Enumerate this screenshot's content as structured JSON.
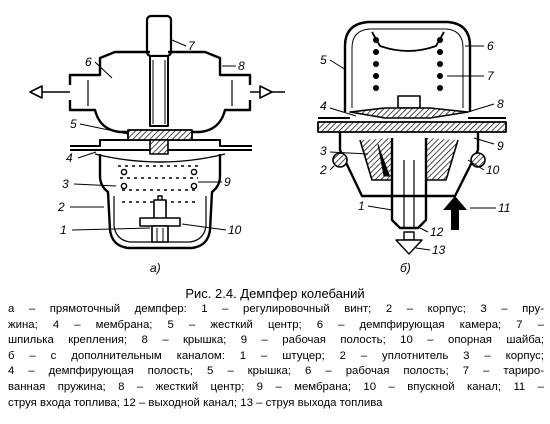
{
  "figure": {
    "left": {
      "sublabel": "а)",
      "callouts": {
        "c1": "1",
        "c2": "2",
        "c3": "3",
        "c4": "4",
        "c5": "5",
        "c6": "6",
        "c7": "7",
        "c8": "8",
        "c9": "9",
        "c10": "10"
      }
    },
    "right": {
      "sublabel": "б)",
      "callouts": {
        "c1": "1",
        "c2": "2",
        "c3": "3",
        "c4": "4",
        "c5": "5",
        "c6": "6",
        "c7": "7",
        "c8": "8",
        "c9": "9",
        "c10": "10",
        "c11": "11",
        "c12": "12",
        "c13": "13"
      }
    }
  },
  "caption": {
    "title": "Рис. 2.4. Демпфер колебаний",
    "lines": [
      "а – прямоточный демпфер: 1 – регулировочный винт; 2 – корпус; 3 – пру-",
      "жина; 4 – мембрана; 5 – жесткий центр; 6 – демпфирующая камера; 7 –",
      "шпилька крепления; 8 – крышка; 9 – рабочая полость; 10 – опорная шайба;",
      "б – с дополнительным каналом: 1 – штуцер; 2 – уплотнитель 3 – корпус;",
      "4 – демпфирующая полость; 5 – крышка; 6 – рабочая полость; 7 – тариро-",
      "ванная пружина; 8 – жесткий центр; 9 – мембрана; 10 – впускной канал; 11 –",
      "струя входа топлива; 12 – выходной канал; 13 – струя выхода топлива"
    ]
  }
}
